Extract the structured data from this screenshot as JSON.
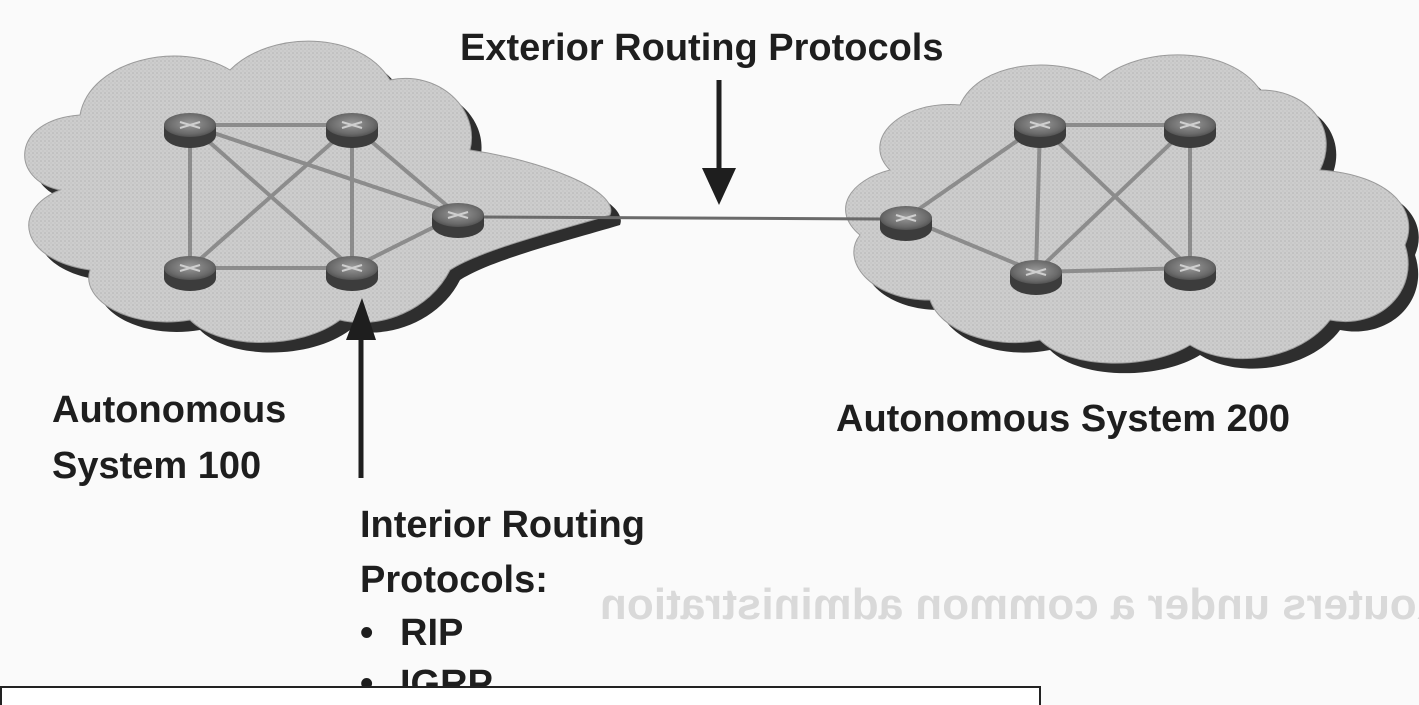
{
  "diagram": {
    "title": "Exterior Routing Protocols",
    "as_left": {
      "label_line1": "Autonomous",
      "label_line2": "System 100"
    },
    "as_right": {
      "label": "Autonomous System 200"
    },
    "interior": {
      "label_line1": "Interior Routing",
      "label_line2": "Protocols:",
      "protocols": [
        "RIP",
        "IGRP"
      ],
      "bullet": "•"
    },
    "bleed_text": "• Routers under a common administration"
  },
  "colors": {
    "cloud_fill": "#cdcdcd",
    "cloud_shadow": "#333333",
    "router_body": "#5a5a5a",
    "link": "#8a8a8a",
    "text": "#1e1e1e"
  }
}
